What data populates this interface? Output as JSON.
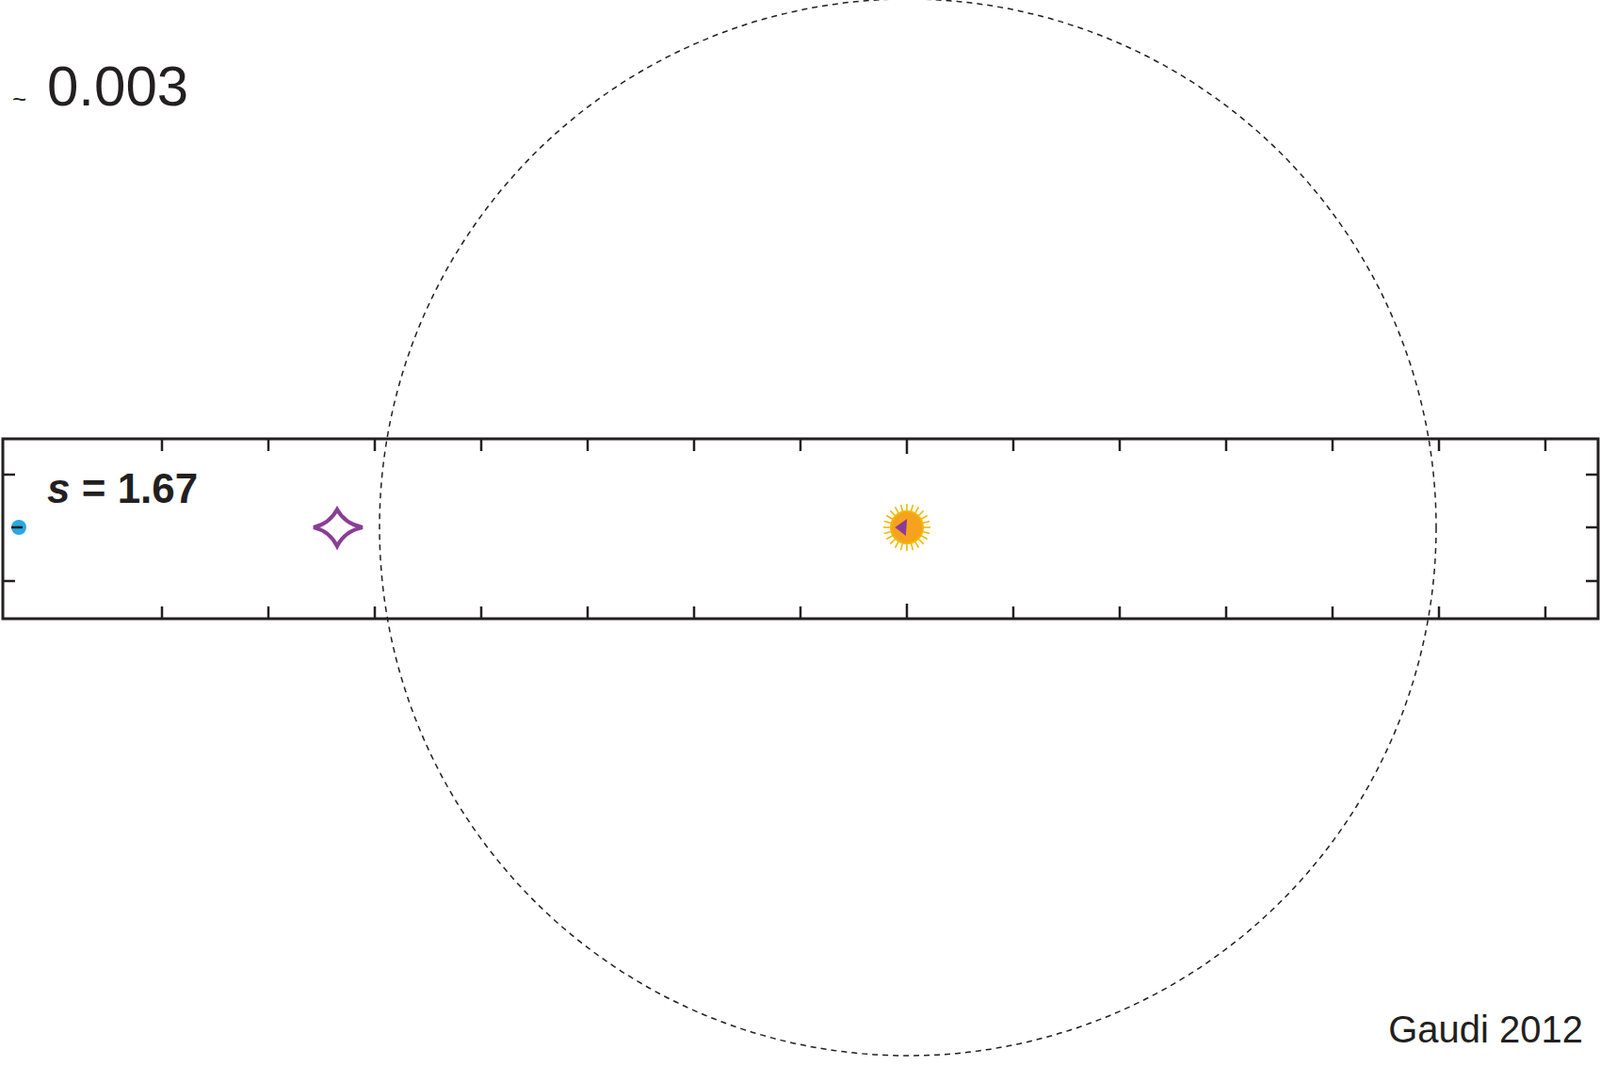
{
  "diagram": {
    "labels": [
      "~",
      "0.003",
      "s = 1.67",
      "Gaudi 2012"
    ]
  }
}
